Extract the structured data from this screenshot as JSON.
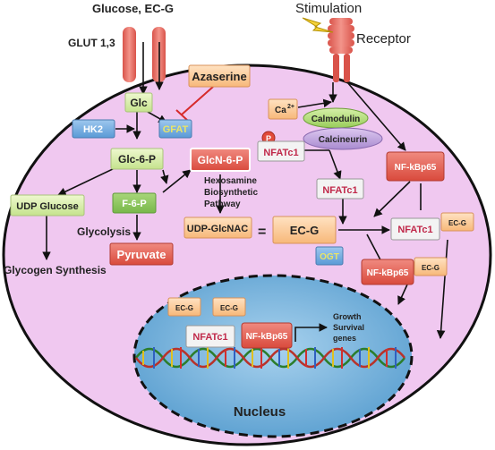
{
  "labels": {
    "glucose_ecg": "Glucose, EC-G",
    "glut": "GLUT 1,3",
    "stimulation": "Stimulation",
    "receptor": "Receptor",
    "azaserine": "Azaserine",
    "glc": "Glc",
    "hk2": "HK2",
    "gfat": "GFAT",
    "glc6p": "Glc-6-P",
    "glcn6p": "GlcN-6-P",
    "hexosamine_line1": "Hexosamine",
    "hexosamine_line2": "Biosynthetic",
    "hexosamine_line3": "Pathway",
    "udp_glucose": "UDP Glucose",
    "f6p": "F-6-P",
    "glycolysis": "Glycolysis",
    "pyruvate": "Pyruvate",
    "glycogen_synthesis": "Glycogen Synthesis",
    "udp_glcnac": "UDP-GlcNAC",
    "equals": "=",
    "ecg_main": "EC-G",
    "ca": "Ca",
    "ca_sup": "2+",
    "calmodulin": "Calmodulin",
    "calcineurin": "Calcineurin",
    "p": "P",
    "nfatc1_p": "NFATc1",
    "nfatc1_mid": "NFATc1",
    "nfkbp65_top": "NF-kBp65",
    "ogt": "OGT",
    "nfatc1_right": "NFATc1",
    "ecg_right": "EC-G",
    "nfkbp65_mid": "NF-kBp65",
    "ecg_mid2": "EC-G",
    "ecg_nuc1": "EC-G",
    "ecg_nuc2": "EC-G",
    "nfatc1_nuc": "NFATc1",
    "nfkbp65_nuc": "NF-kBp65",
    "growth1": "Growth",
    "growth2": "Survival",
    "growth3": "genes",
    "nucleus": "Nucleus"
  },
  "colors": {
    "cell_fill": "#f0c8f0",
    "nucleus_fill": "#7ab6de",
    "arrow": "#111111",
    "red_inhibit": "#d62a2a"
  }
}
